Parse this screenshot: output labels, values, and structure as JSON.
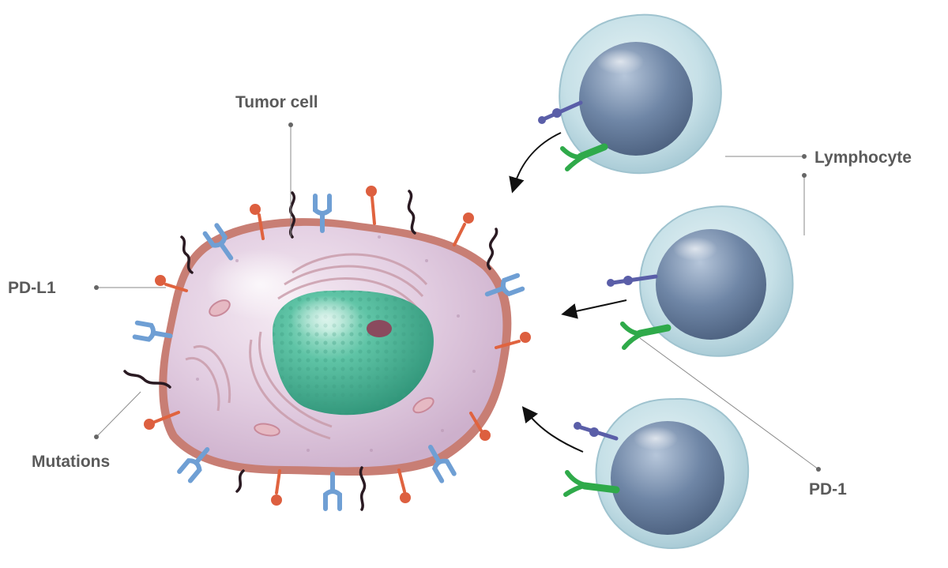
{
  "labels": {
    "tumor_cell": "Tumor cell",
    "lymphocyte": "Lymphocyte",
    "pd_l1": "PD-L1",
    "mutations": "Mutations",
    "pd_1": "PD-1"
  },
  "colors": {
    "background": "#ffffff",
    "label_text": "#5a5a5a",
    "leader_line": "#8a8a8a",
    "tumor_cytoplasm": "#ddc6dc",
    "tumor_membrane": "#c87e74",
    "nucleus": "#4fb89a",
    "nucleolus": "#8a4a5e",
    "pd_l1_marker": "#dd5f3f",
    "receptor": "#6f9fd4",
    "mutation_strand": "#2a1a22",
    "lymphocyte_halo": "#bcd9e1",
    "lymphocyte_nucleus": "#556c8c",
    "pd_1_marker": "#2faa4a",
    "lymphocyte_antenna": "#5a5ea8",
    "arrow": "#111111"
  },
  "icons": {
    "tumor_cell": "tumor-cell-illustration",
    "lymphocyte": "lymphocyte-cell-illustration",
    "pd_l1": "lollipop-ligand-marker",
    "receptor": "y-shaped-receptor-marker",
    "mutation": "wavy-strand-marker",
    "pd_1": "y-shaped-receptor-marker",
    "arrow": "curved-arrow-icon"
  }
}
